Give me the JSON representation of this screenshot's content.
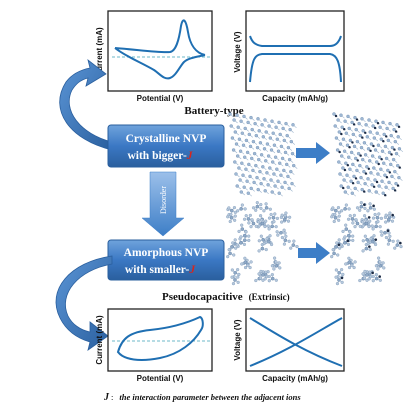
{
  "colors": {
    "accent_blue": "#2f6db3",
    "box_blue": "#3b78c4",
    "curve_blue": "#1f6fb2",
    "bigj_red": "#d7261e",
    "dashed_line": "#6cb8c8",
    "arrow_blue": "#3d7ec7"
  },
  "battery_cv": {
    "ylabel": "Current (mA)",
    "xlabel": "Potential (V)"
  },
  "battery_gcd": {
    "ylabel": "Voltage (V)",
    "xlabel": "Capacity (mAh/g)"
  },
  "battery_type_label": "Battery-type",
  "crystalline_box": {
    "line1": "Crystalline NVP",
    "line2_prefix": "with bigger-",
    "j_symbol": "J"
  },
  "disorder_label": "Disorder",
  "amorphous_box": {
    "line1": "Amorphous NVP",
    "line2_prefix": "with smaller-",
    "j_symbol": "J"
  },
  "pseudo_label": {
    "main": "Pseudocapacitive",
    "paren": "(Extrinsic)"
  },
  "pseudo_cv": {
    "ylabel": "Current (mA)",
    "xlabel": "Potential (V)"
  },
  "pseudo_gcd": {
    "ylabel": "Voltage (V)",
    "xlabel": "Capacity (mAh/g)"
  },
  "footnote": {
    "symbol": "J",
    "colon": ":",
    "text": "the interaction parameter between the adjacent ions"
  },
  "icons": [
    "curved-arrow-up-icon",
    "curved-arrow-down-icon",
    "down-arrow-icon",
    "right-arrow-icon"
  ]
}
